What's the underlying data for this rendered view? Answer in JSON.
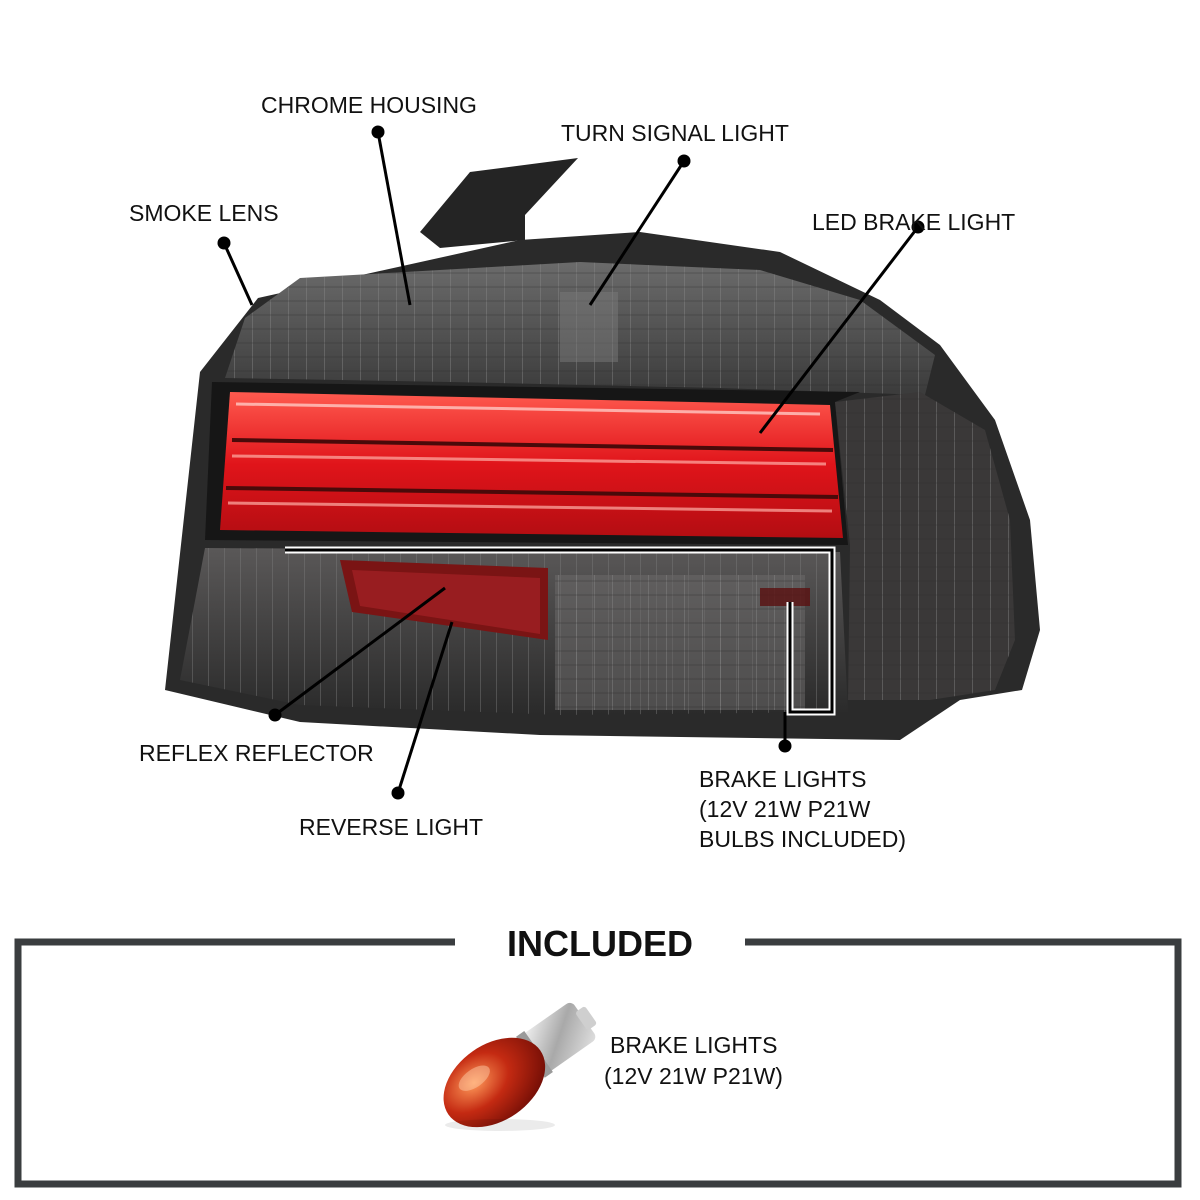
{
  "labels": {
    "chrome_housing": "CHROME HOUSING",
    "turn_signal": "TURN SIGNAL LIGHT",
    "smoke_lens": "SMOKE LENS",
    "led_brake": "LED BRAKE LIGHT",
    "reflex_reflector": "REFLEX REFLECTOR",
    "reverse_light": "REVERSE LIGHT",
    "brake_lights": [
      "BRAKE LIGHTS",
      "(12V 21W P21W",
      "BULBS INCLUDED)"
    ]
  },
  "included": {
    "heading": "INCLUDED",
    "item_lines": [
      "BRAKE LIGHTS",
      "(12V 21W P21W)"
    ]
  },
  "colors": {
    "callout_line": "#000000",
    "frame": "#3a3d3f",
    "lamp_body": "#2b2b2b",
    "led_red": "#d8141a",
    "bulb_amber": "#b11d10"
  },
  "icons": [
    "tail-lamp-illustration",
    "p21w-bulb-icon"
  ]
}
